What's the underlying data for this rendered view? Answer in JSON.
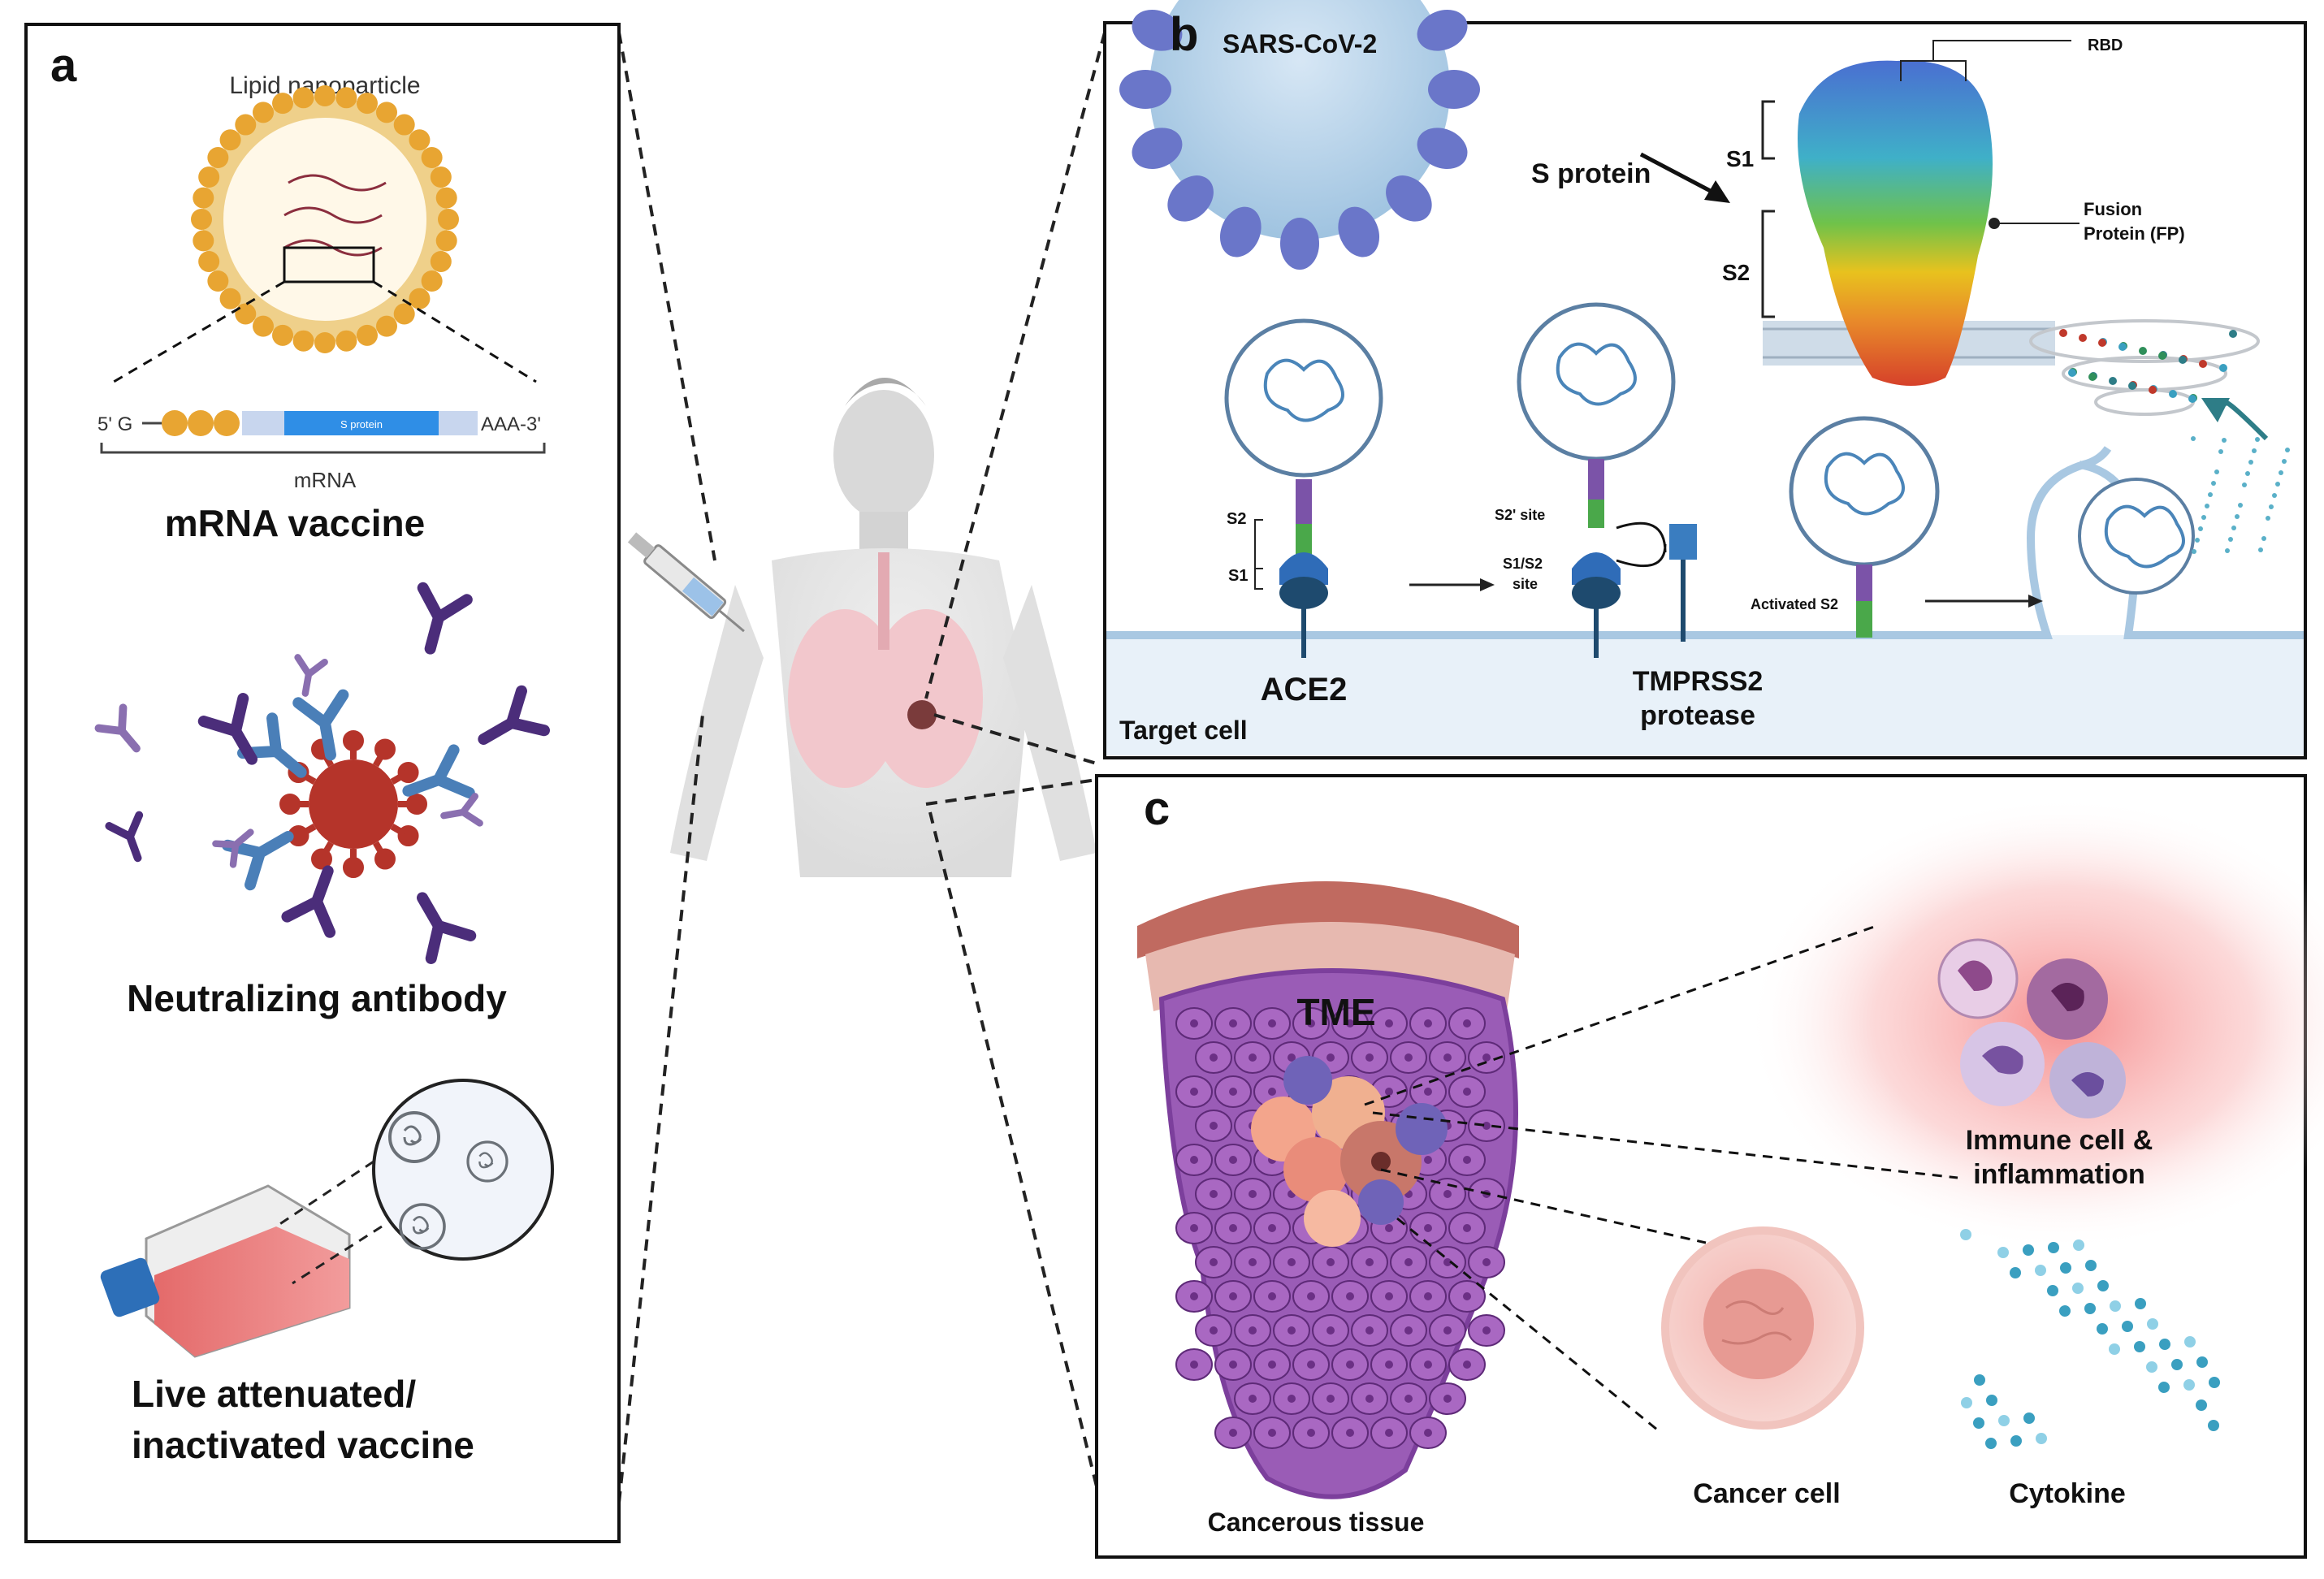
{
  "panel_a": {
    "letter": "a",
    "lnp_label": "Lipid nanoparticle",
    "five_prime": "5' G",
    "three_prime": "AAA-3'",
    "s_protein_tag": "S protein",
    "mrna_label": "mRNA",
    "mrna_vaccine": "mRNA vaccine",
    "neutralizing": "Neutralizing antibody",
    "live_line1": "Live attenuated/",
    "live_line2": "inactivated  vaccine"
  },
  "panel_b": {
    "letter": "b",
    "virus_label": "SARS-CoV-2",
    "s_protein": "S protein",
    "rbd": "RBD",
    "s1": "S1",
    "s2": "S2",
    "fusion_line1": "Fusion",
    "fusion_line2": "Protein (FP)",
    "s2_small": "S2",
    "s1_small": "S1",
    "s2_site": "S2' site",
    "s1s2_line1": "S1/S2",
    "s1s2_line2": "site",
    "activated": "Activated S2",
    "ace2": "ACE2",
    "tmprss2_line1": "TMPRSS2",
    "tmprss2_line2": "protease",
    "target_cell": "Target cell"
  },
  "panel_c": {
    "letter": "c",
    "tme": "TME",
    "immune_line1": "Immune cell  &",
    "immune_line2": "inflammation",
    "cancerous_tissue": "Cancerous tissue",
    "cancer_cell": "Cancer cell",
    "cytokine": "Cytokine"
  },
  "colors": {
    "lnp_lipid": "#e8a532",
    "antibody_purple": "#4b2d7a",
    "antibody_blue": "#4a7fb8",
    "virus_red": "#b5342a",
    "spike_blue": "#6a76c9",
    "tissue_purple": "#7c3f9c",
    "cytokine_teal": "#3a9fc0",
    "inflammation_red": "#f47b7b"
  }
}
